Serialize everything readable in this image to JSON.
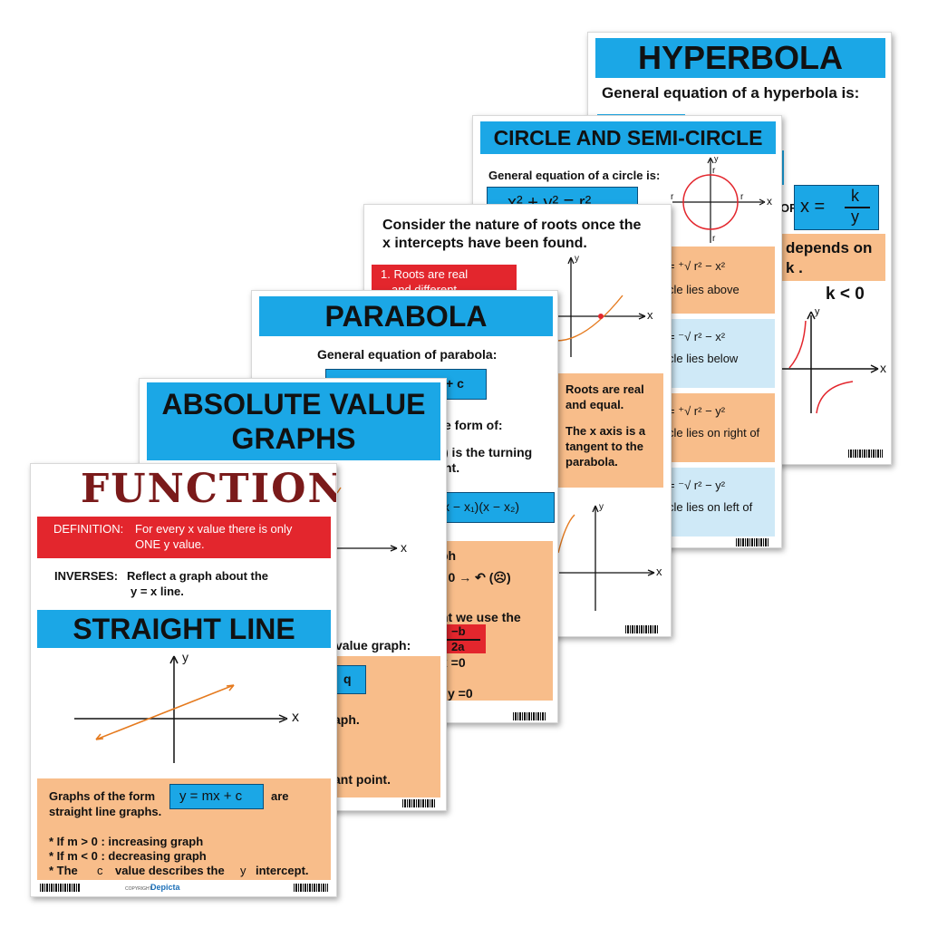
{
  "hyperbola": {
    "title": "HYPERBOLA",
    "general": "General equation of a hyperbola is:",
    "or_label": "OR",
    "x_eq": "x =",
    "frac_num": "k",
    "frac_den": "y",
    "depends": "depends on",
    "k_dot": "k .",
    "k_lt": "k < 0",
    "axis_y": "y",
    "axis_x": "x"
  },
  "circle": {
    "title": "CIRCLE AND SEMI-CIRCLE",
    "general": "General equation of a circle is:",
    "eq_partial": "x² + y² = r²",
    "r_label": "r",
    "axis_y": "y",
    "axis_x": "x",
    "eq1": "= ⁺√ r² − x²",
    "desc1": "cle lies above",
    "eq2": "= ⁻√ r² − x²",
    "desc2": "cle lies below",
    "eq3": "= ⁺√ r² − y²",
    "desc3": "cle lies on right of",
    "eq4": "= ⁻√ r² − y²",
    "desc4": "cle lies on left of"
  },
  "roots": {
    "line1": "Consider the nature of roots once the",
    "line2": "x  intercepts have been found.",
    "red_line1": "1. Roots are real",
    "red_line2": "and different",
    "peach1": "Roots are real",
    "peach2": "and equal.",
    "peach3": "The  x  axis is a",
    "peach4": "tangent to the",
    "peach5": "parabola.",
    "axis_y": "y",
    "axis_x": "x"
  },
  "parabola": {
    "title": "PARABOLA",
    "general": "General equation of parabola:",
    "eq_partial": "+ c",
    "form": "e form of:",
    "turning1": ") is the turning",
    "turning2": "nt.",
    "factor": "x − x₁)(x − x₂)",
    "ph": "ph",
    "disc": ": 0 → ↶ (☹)",
    "use": "nt we use the",
    "b_num": "−b",
    "b_den": "2a",
    "x0": "x =0",
    "y0": "y =0"
  },
  "absolute": {
    "title1": "ABSOLUTE VALUE",
    "title2": "GRAPHS",
    "axis_x": "x",
    "value_graph": "value graph:",
    "q": "q",
    "aph": "aph.",
    "turn": "ant point."
  },
  "functions": {
    "title": "FUNCTIONS",
    "def_label": "DEFINITION:",
    "def_text1": "For every  x  value there is only",
    "def_text2": "ONE  y  value.",
    "inv_label": "INVERSES:",
    "inv_text1": "Reflect a graph about the",
    "inv_text2": "y = x    line.",
    "straight_title": "STRAIGHT LINE",
    "axis_y": "y",
    "axis_x": "x",
    "graphs_form": "Graphs of the form",
    "eq_mxc": "y = mx + c",
    "are": "are",
    "straight_graphs": "straight line graphs.",
    "bullet1": "* If m > 0 : increasing graph",
    "bullet2": "* If m < 0 : decreasing graph",
    "bullet3a": "* The",
    "bullet3b": "c",
    "bullet3c": "value describes the",
    "bullet3d": "y",
    "bullet3e": "intercept.",
    "copyright": "COPYRIGHT",
    "brand": "Depicta"
  },
  "colors": {
    "blue": "#1ba7e6",
    "red": "#e3262d",
    "peach": "#f8bd8a",
    "orange": "#e57a1e",
    "title_red": "#7a1a1a"
  }
}
